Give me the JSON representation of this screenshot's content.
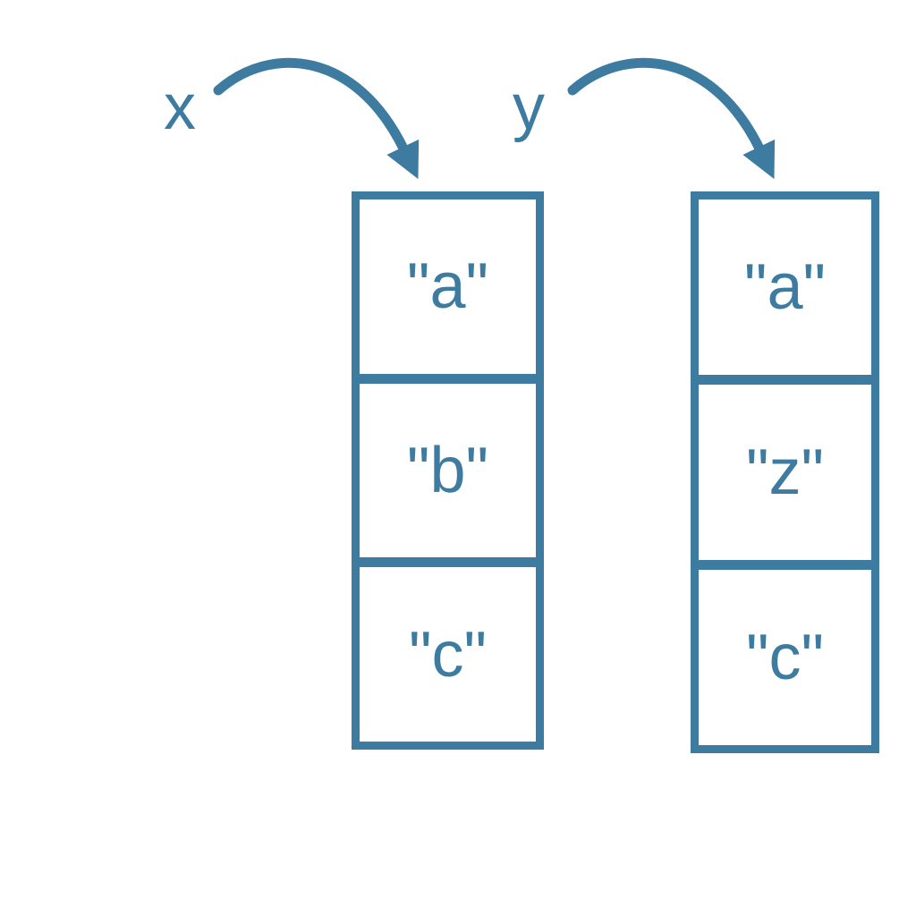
{
  "diagram": {
    "accent_color": "#3d7ba0",
    "background_color": "#ffffff",
    "variables": [
      {
        "name": "x"
      },
      {
        "name": "y"
      }
    ],
    "lists": [
      {
        "variable": "x",
        "cells": [
          "\"a\"",
          "\"b\"",
          "\"c\""
        ]
      },
      {
        "variable": "y",
        "cells": [
          "\"a\"",
          "\"z\"",
          "\"c\""
        ]
      }
    ],
    "arrows": [
      {
        "from": "x",
        "to": "list-x"
      },
      {
        "from": "y",
        "to": "list-y"
      }
    ]
  }
}
